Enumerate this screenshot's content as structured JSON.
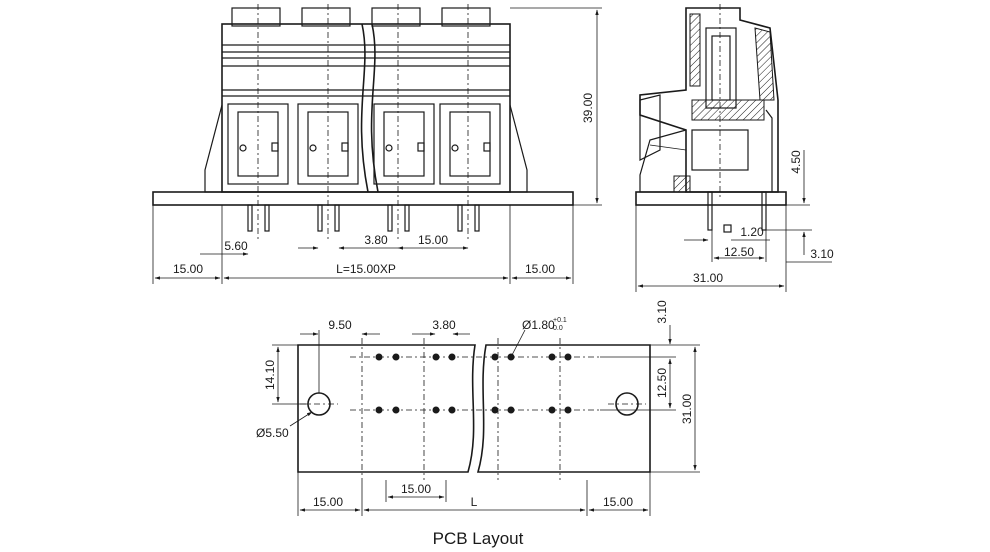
{
  "front_view": {
    "dim_height": "39.00",
    "dim_left": "15.00",
    "dim_right": "15.00",
    "dim_length": "L=15.00XP",
    "dim_pin_offset": "5.60",
    "dim_pin_pitch": "3.80",
    "dim_pole_pitch": "15.00"
  },
  "side_view": {
    "dim_depth": "31.00",
    "dim_pin_row": "12.50",
    "dim_pin_size": "1.20",
    "dim_pin_length": "4.50",
    "dim_pin_tail": "3.10"
  },
  "pcb_layout": {
    "caption": "PCB Layout",
    "dim_hole_offset": "9.50",
    "dim_pin_pitch": "3.80",
    "dim_hole_dia": "Ø1.80",
    "dim_hole_tol_plus": "+0.1",
    "dim_hole_tol_minus": "0.0",
    "dim_edge_top": "3.10",
    "dim_row_spacing": "12.50",
    "dim_width": "31.00",
    "dim_mount_height": "14.10",
    "dim_mount_dia": "Ø5.50",
    "dim_left": "15.00",
    "dim_pole_pitch": "15.00",
    "dim_length": "L",
    "dim_right": "15.00"
  }
}
